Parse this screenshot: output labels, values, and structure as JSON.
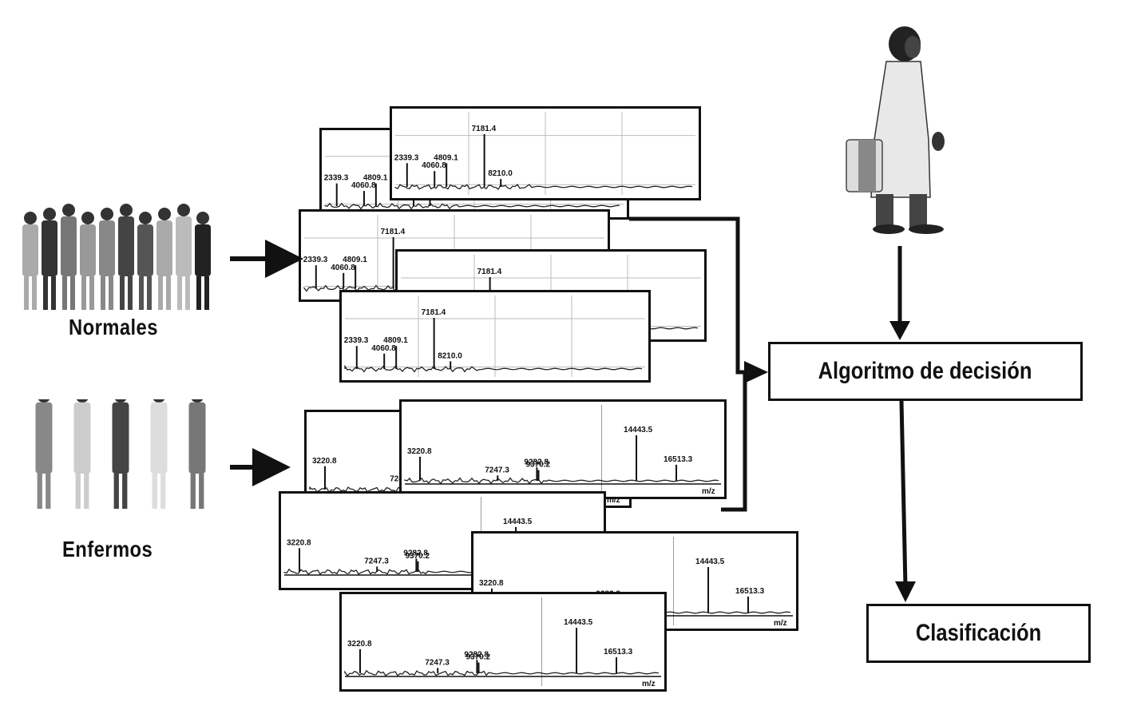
{
  "groups": {
    "normales": {
      "label": "Normales"
    },
    "enfermos": {
      "label": "Enfermos"
    }
  },
  "boxes": {
    "algorithm": "Algoritmo de decisión",
    "classification": "Clasificación"
  },
  "spectra": {
    "normales": {
      "peaks": [
        {
          "mz": 2339.3,
          "label": "2339.3",
          "rel": 0.45
        },
        {
          "mz": 4060.8,
          "label": "4060.8",
          "rel": 0.3
        },
        {
          "mz": 4809.1,
          "label": "4809.1",
          "rel": 0.45
        },
        {
          "mz": 7181.4,
          "label": "7181.4",
          "rel": 1.0
        },
        {
          "mz": 8210.0,
          "label": "8210.0",
          "rel": 0.15
        }
      ],
      "panel_count": 5
    },
    "enfermos": {
      "peaks": [
        {
          "mz": 3220.8,
          "label": "3220.8",
          "rel": 0.45
        },
        {
          "mz": 7247.3,
          "label": "7247.3",
          "rel": 0.1
        },
        {
          "mz": 9282.8,
          "label": "9282.8",
          "rel": 0.25
        },
        {
          "mz": 9370.2,
          "label": "9370.2",
          "rel": 0.2
        },
        {
          "mz": 14443.5,
          "label": "14443.5",
          "rel": 0.85
        },
        {
          "mz": 16513.3,
          "label": "16513.3",
          "rel": 0.3
        }
      ],
      "axis_label": "m/z",
      "panel_count": 5
    }
  },
  "icons": {
    "normales_people": "group-of-people-illustration",
    "enfermos_people": "group-of-patients-illustration",
    "new_patient": "walking-woman-illustration"
  }
}
